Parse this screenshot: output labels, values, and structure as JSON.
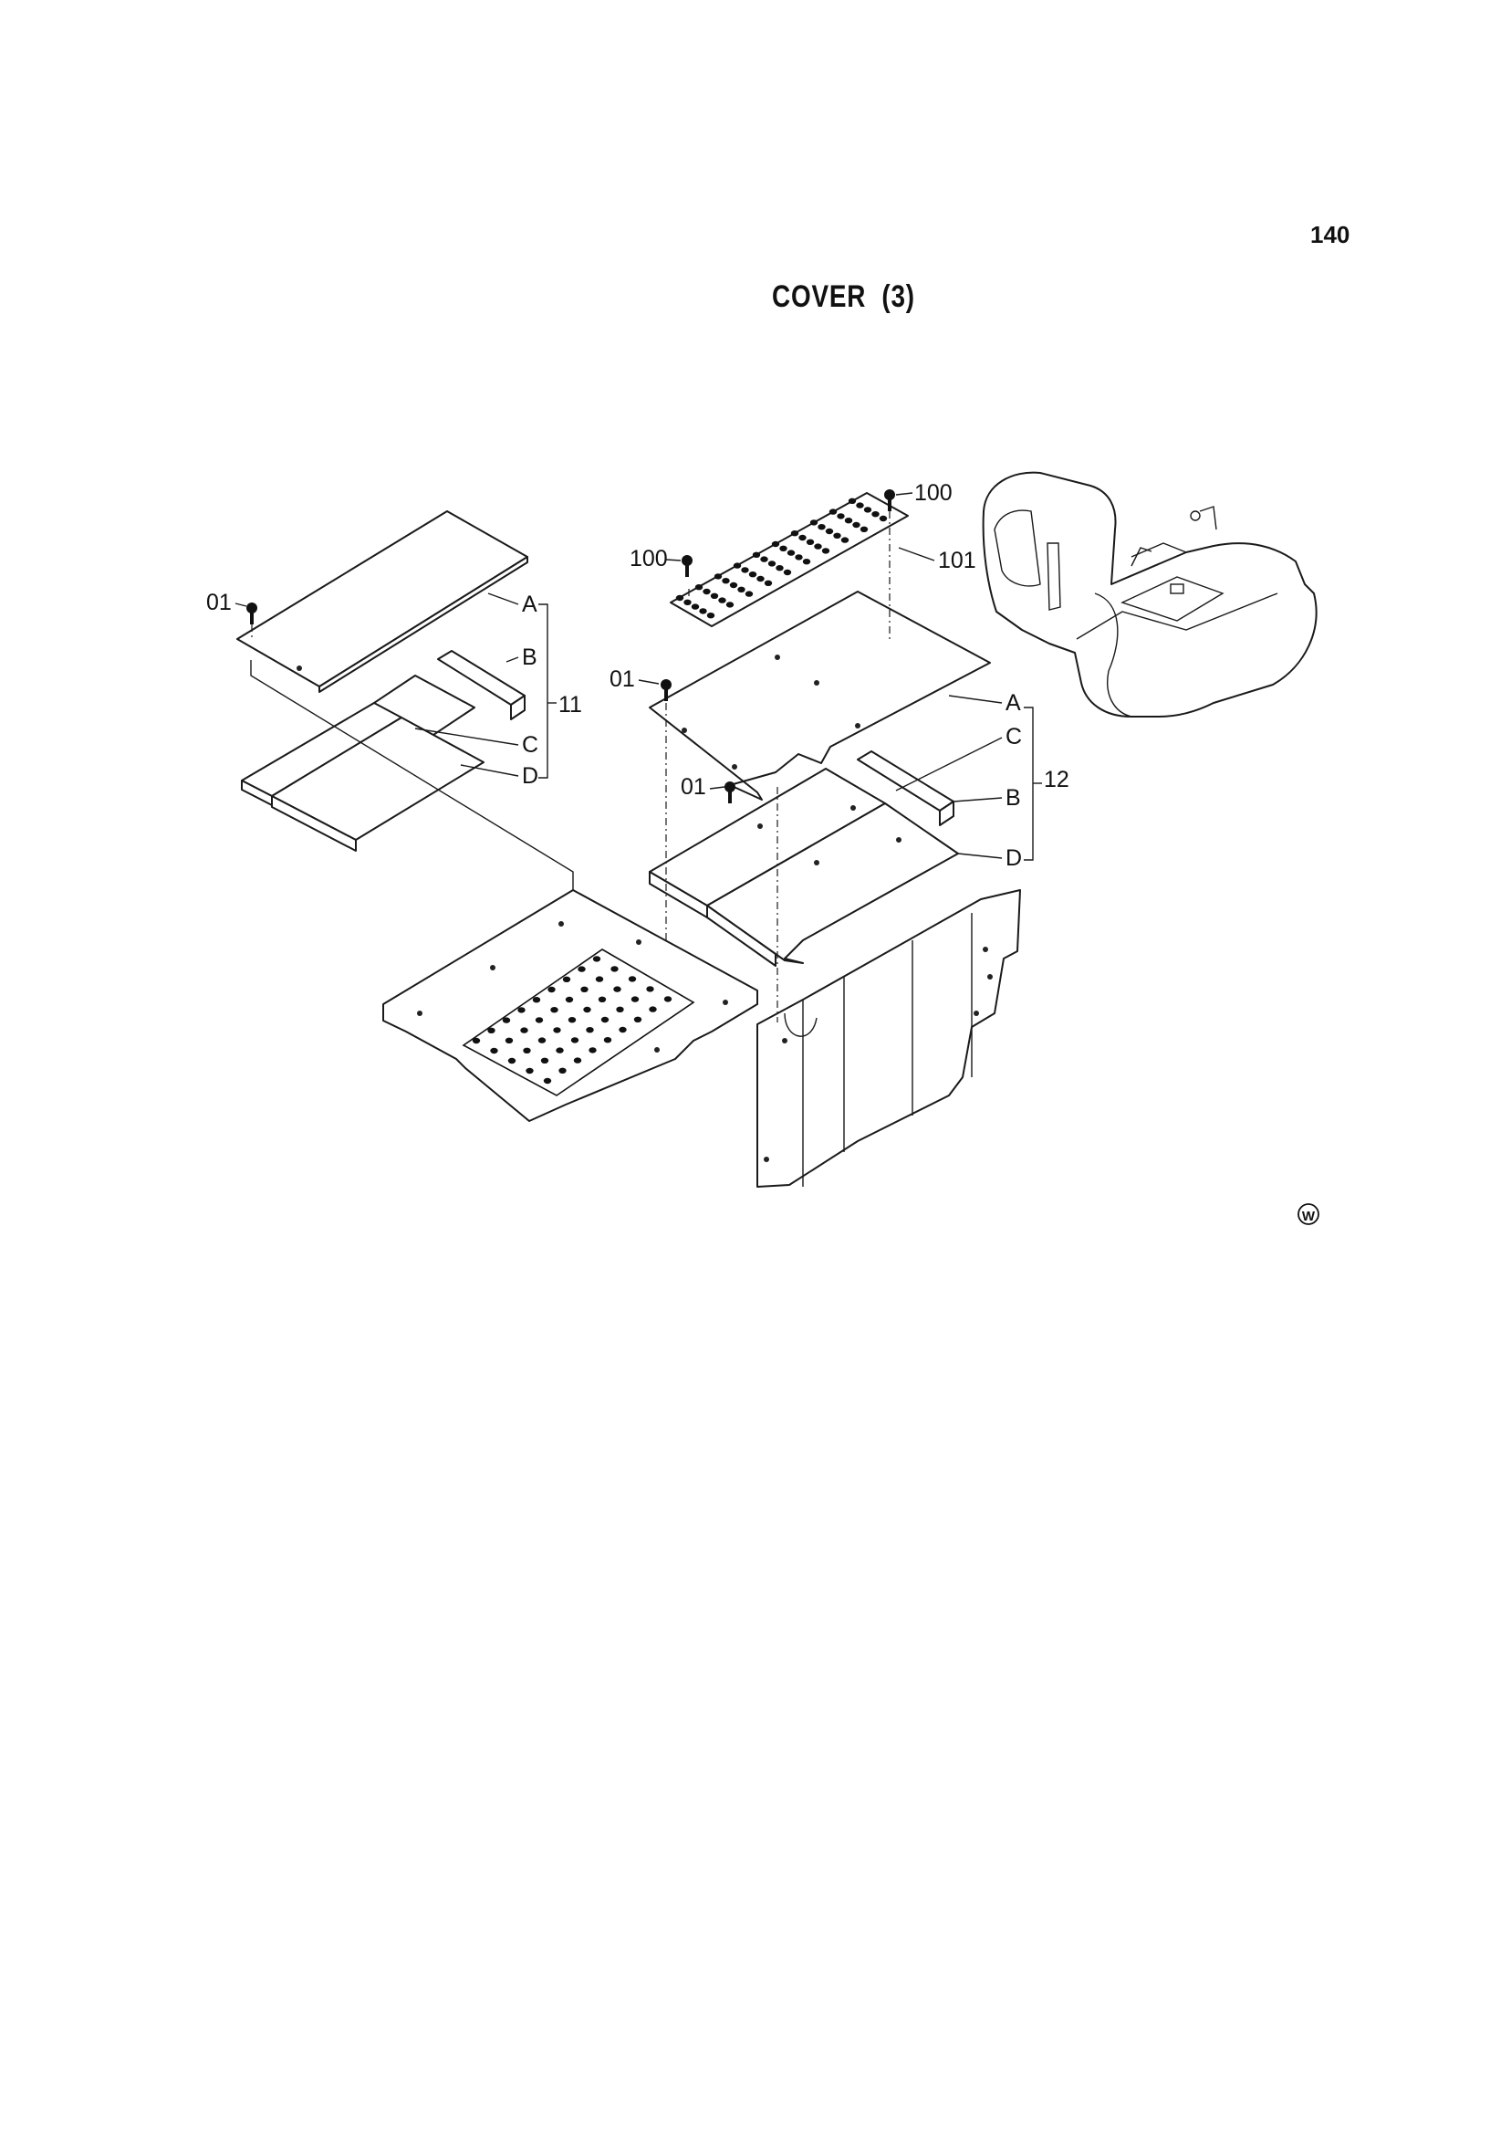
{
  "page": {
    "number": "140",
    "title": "COVER  (3)"
  },
  "callouts": {
    "bolt_left": "01",
    "bolt_center": "01",
    "bolt_lower": "01",
    "bolt_a": "100",
    "bolt_b": "100",
    "mat": "101",
    "group_left": "11",
    "group_right": "12",
    "left_a": "A",
    "left_b": "B",
    "left_c": "C",
    "left_d": "D",
    "right_a": "A",
    "right_c": "C",
    "right_b": "B",
    "right_d": "D"
  },
  "mark": "W",
  "icons": [
    "bolt-icon",
    "excavator-thumbnail",
    "perforated-mat",
    "w-mark"
  ]
}
